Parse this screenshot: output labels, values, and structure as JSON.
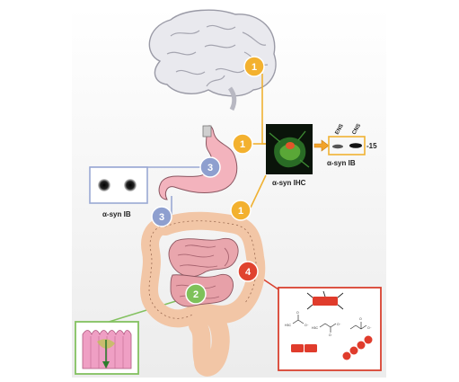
{
  "badges": {
    "b1_brain": "1",
    "b1_stomach": "1",
    "b1_gut": "1",
    "b2": "2",
    "b3_top": "3",
    "b3_bottom": "3",
    "b4": "4"
  },
  "labels": {
    "ihc": "α-syn IHC",
    "ib_right": "α-syn IB",
    "ib_left": "α-syn IB",
    "ens": "ENS",
    "cns": "CNS",
    "mw": "-15"
  },
  "chem": {
    "formula1": "H3C",
    "formula2": "H3C",
    "o_minus": "O⁻",
    "o": "O"
  },
  "colors": {
    "badge_yellow": "#f3b12f",
    "badge_blue": "#8e9fcf",
    "badge_green": "#7ec15a",
    "badge_red": "#e0432f",
    "line_yellow": "#f0b233",
    "line_blue": "#9aa9d4",
    "line_green": "#83c160",
    "line_red": "#d9412f"
  }
}
